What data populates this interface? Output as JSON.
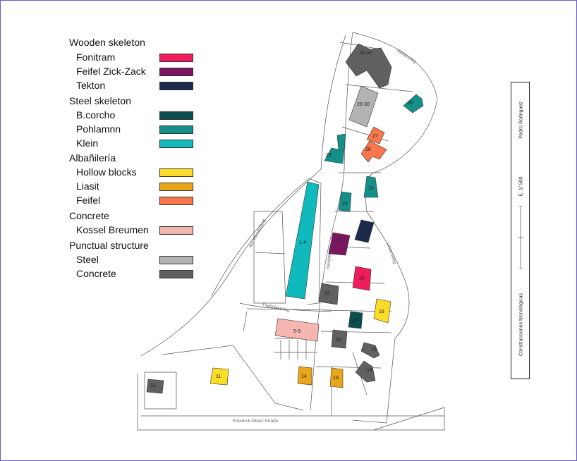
{
  "legend": {
    "groups": [
      {
        "heading": "Wooden skeleton",
        "items": [
          {
            "label": "Fonitram",
            "color": "#ef1d5c"
          },
          {
            "label": "Feifel Zick-Zack",
            "color": "#7b1760"
          },
          {
            "label": "Tekton",
            "color": "#1c2a4e"
          }
        ]
      },
      {
        "heading": "Steel skeleton",
        "items": [
          {
            "label": "B.corcho",
            "color": "#0b4e4e"
          },
          {
            "label": "Pohlamnn",
            "color": "#139188"
          },
          {
            "label": "Klein",
            "color": "#10b9bb"
          }
        ]
      },
      {
        "heading": "Albañilería",
        "items": [
          {
            "label": "Hollow blocks",
            "color": "#fbdd27"
          },
          {
            "label": "Liasit",
            "color": "#e8a618"
          },
          {
            "label": "Feifel",
            "color": "#f8774b"
          }
        ]
      },
      {
        "heading": "Concrete",
        "items": [
          {
            "label": "Kossel  Breumen",
            "color": "#f5b6b0"
          }
        ]
      },
      {
        "heading": "Punctual structure",
        "items": [
          {
            "label": "Steel",
            "color": "#b3b3b3"
          },
          {
            "label": "Concrete",
            "color": "#606060"
          }
        ]
      }
    ]
  },
  "roads": {
    "friedrich": "Friedrich-Ebert-Straße",
    "am_wurdenfeld": "Am Wurdenfeld",
    "parkplatzweg": "Parkplatzweg",
    "hangweg": "Hangweg",
    "lindenweg": "Lindenweg",
    "hohenweg": "Höhenweg"
  },
  "buildings": {
    "b31": "31-32",
    "b29": "29-30",
    "b33": "33",
    "b27": "27",
    "b28": "28",
    "b25": "25",
    "b24": "24",
    "b23": "23",
    "b22": "22",
    "b21": "21",
    "b1": "1-4",
    "b20": "20",
    "b13a": "13",
    "b18": "18",
    "b17": "17",
    "b5": "5-9",
    "b16": "16",
    "b15": "15",
    "b14r": "14",
    "b14": "14",
    "b13b": "13",
    "b11": "11",
    "b13c": "13"
  },
  "cartouche": {
    "author": "Pedro Rodriguez",
    "scale": "E. 1/ 500",
    "subject": "Construcciones tecnológicas"
  }
}
